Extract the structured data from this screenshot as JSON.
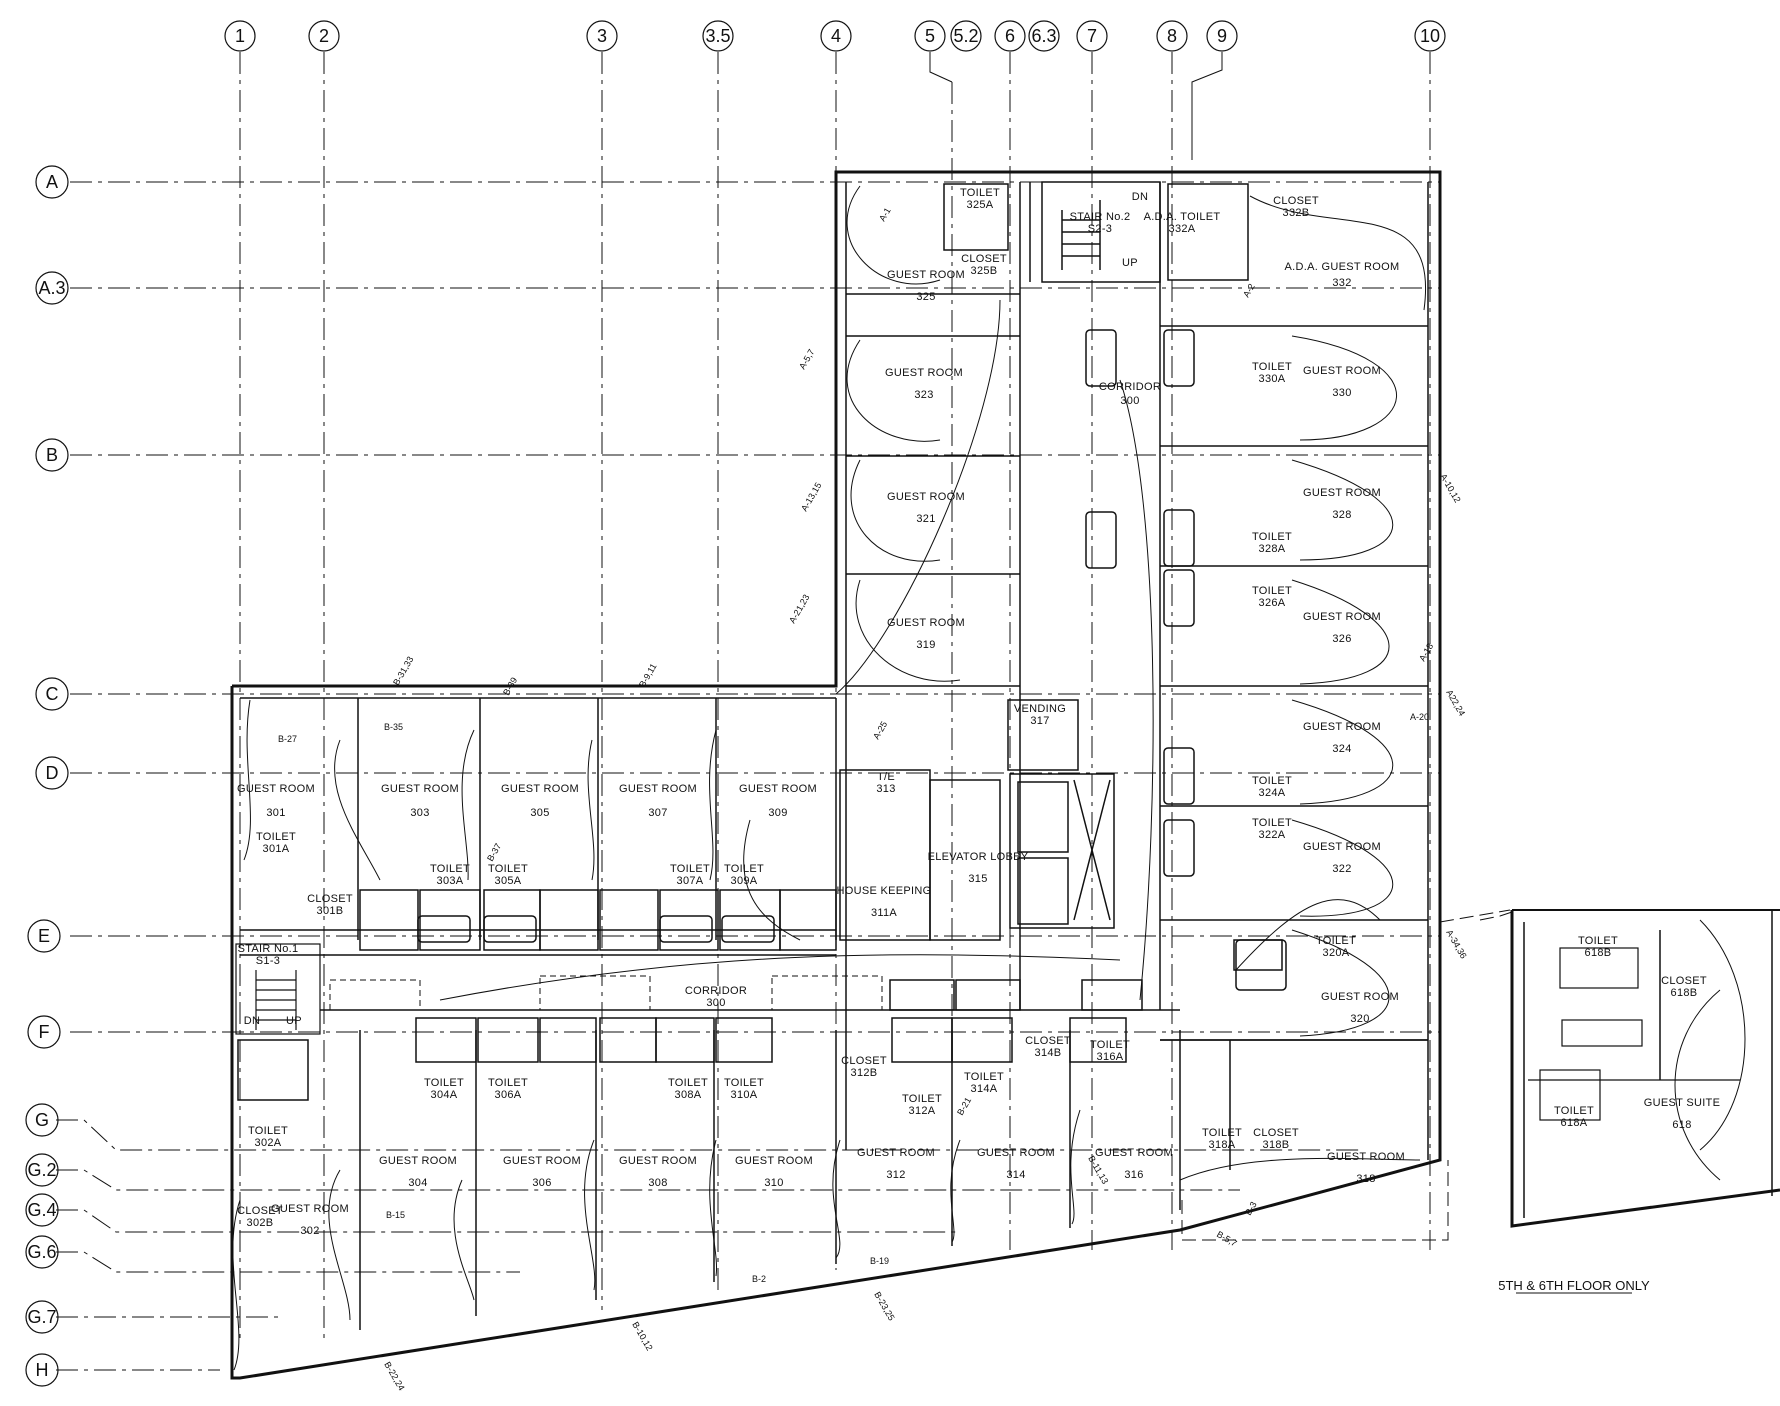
{
  "column_grid": [
    "1",
    "2",
    "3",
    "3.5",
    "4",
    "5",
    "5.2",
    "6",
    "6.3",
    "7",
    "8",
    "9",
    "10"
  ],
  "row_grid": [
    "A",
    "A.3",
    "B",
    "C",
    "D",
    "E",
    "F",
    "G",
    "G.2",
    "G.4",
    "G.6",
    "G.7",
    "H"
  ],
  "rooms": [
    {
      "name": "GUEST ROOM",
      "number": "301"
    },
    {
      "name": "GUEST ROOM",
      "number": "303"
    },
    {
      "name": "GUEST ROOM",
      "number": "305"
    },
    {
      "name": "GUEST ROOM",
      "number": "307"
    },
    {
      "name": "GUEST ROOM",
      "number": "309"
    },
    {
      "name": "TOILET",
      "number": "301A"
    },
    {
      "name": "CLOSET",
      "number": "301B"
    },
    {
      "name": "TOILET",
      "number": "303A"
    },
    {
      "name": "TOILET",
      "number": "305A"
    },
    {
      "name": "TOILET",
      "number": "307A"
    },
    {
      "name": "TOILET",
      "number": "309A"
    },
    {
      "name": "STAIR No.1",
      "number": "S1-3"
    },
    {
      "name": "CORRIDOR",
      "number": "300"
    },
    {
      "name": "TOILET",
      "number": "302A"
    },
    {
      "name": "CLOSET",
      "number": "302B"
    },
    {
      "name": "GUEST ROOM",
      "number": "302"
    },
    {
      "name": "TOILET",
      "number": "304A"
    },
    {
      "name": "TOILET",
      "number": "306A"
    },
    {
      "name": "TOILET",
      "number": "308A"
    },
    {
      "name": "TOILET",
      "number": "310A"
    },
    {
      "name": "GUEST ROOM",
      "number": "304"
    },
    {
      "name": "GUEST ROOM",
      "number": "306"
    },
    {
      "name": "GUEST ROOM",
      "number": "308"
    },
    {
      "name": "GUEST ROOM",
      "number": "310"
    },
    {
      "name": "CLOSET",
      "number": "312B"
    },
    {
      "name": "TOILET",
      "number": "312A"
    },
    {
      "name": "GUEST ROOM",
      "number": "312"
    },
    {
      "name": "TOILET",
      "number": "314A"
    },
    {
      "name": "CLOSET",
      "number": "314B"
    },
    {
      "name": "GUEST ROOM",
      "number": "314"
    },
    {
      "name": "TOILET",
      "number": "316A"
    },
    {
      "name": "GUEST ROOM",
      "number": "316"
    },
    {
      "name": "TOILET",
      "number": "318A"
    },
    {
      "name": "CLOSET",
      "number": "318B"
    },
    {
      "name": "GUEST ROOM",
      "number": "318"
    },
    {
      "name": "T/E",
      "number": "313"
    },
    {
      "name": "HOUSE KEEPING",
      "number": "311A"
    },
    {
      "name": "ELEVATOR LOBBY",
      "number": "315"
    },
    {
      "name": "VENDING",
      "number": "317"
    },
    {
      "name": "GUEST ROOM",
      "number": "319"
    },
    {
      "name": "GUEST ROOM",
      "number": "321"
    },
    {
      "name": "GUEST ROOM",
      "number": "323"
    },
    {
      "name": "GUEST ROOM",
      "number": "325"
    },
    {
      "name": "TOILET",
      "number": "325A"
    },
    {
      "name": "CLOSET",
      "number": "325B"
    },
    {
      "name": "STAIR No.2",
      "number": "S2-3"
    },
    {
      "name": "A.D.A. TOILET",
      "number": "332A"
    },
    {
      "name": "CLOSET",
      "number": "332B"
    },
    {
      "name": "A.D.A. GUEST ROOM",
      "number": "332"
    },
    {
      "name": "CORRIDOR",
      "number": "300"
    },
    {
      "name": "GUEST ROOM",
      "number": "330"
    },
    {
      "name": "GUEST ROOM",
      "number": "328"
    },
    {
      "name": "GUEST ROOM",
      "number": "326"
    },
    {
      "name": "GUEST ROOM",
      "number": "324"
    },
    {
      "name": "GUEST ROOM",
      "number": "322"
    },
    {
      "name": "GUEST ROOM",
      "number": "320"
    },
    {
      "name": "TOILET",
      "number": "330A"
    },
    {
      "name": "TOILET",
      "number": "328A"
    },
    {
      "name": "TOILET",
      "number": "326A"
    },
    {
      "name": "TOILET",
      "number": "324A"
    },
    {
      "name": "TOILET",
      "number": "322A"
    },
    {
      "name": "TOILET",
      "number": "320A"
    },
    {
      "name": "TOILET",
      "number": "618A"
    },
    {
      "name": "TOILET",
      "number": "618B"
    },
    {
      "name": "CLOSET",
      "number": "618B"
    },
    {
      "name": "GUEST SUITE",
      "number": "618"
    }
  ],
  "circuit_tags": [
    "A-1",
    "A-2",
    "A-5,7",
    "A-13,15",
    "A-21,23",
    "A-25",
    "A-10,12",
    "A-18",
    "A22,24",
    "A-20",
    "A-34,36",
    "B-27",
    "B-31,33",
    "B-35",
    "B-39",
    "B-9,11",
    "B-37",
    "B-15",
    "B-19",
    "B-2",
    "B-23,25",
    "B-10,12",
    "B-22,24",
    "B-11,13",
    "B-3",
    "B-5,7",
    "B-21"
  ],
  "inset_note": "5TH & 6TH FLOOR ONLY",
  "misc_labels": {
    "dn": "DN",
    "up": "UP",
    "up2": "UP",
    "dn2": "DN"
  },
  "colors": {
    "ink": "#111111",
    "paper": "#ffffff"
  }
}
